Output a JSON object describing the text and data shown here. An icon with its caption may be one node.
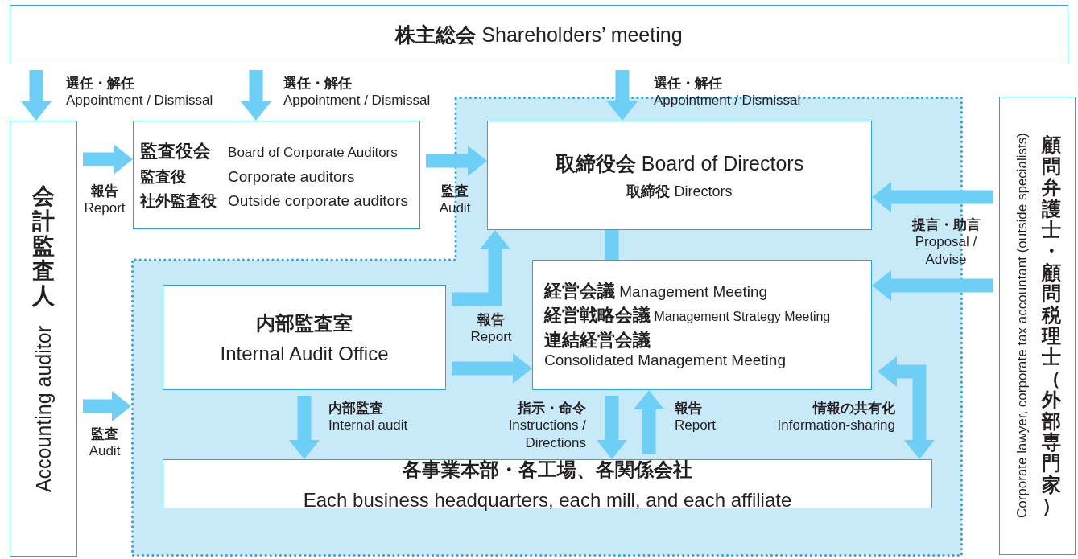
{
  "diagram": {
    "nodes": [
      {
        "text": [
          "**株主総会** Shareholders’ meeting"
        ]
      },
      {
        "text": [
          "会計監査人",
          "Accounting auditor"
        ]
      },
      {
        "text": [
          "監査役会",
          "Board of Corporate Auditors",
          "監査役",
          "Corporate auditors",
          "社外監査役",
          "Outside corporate auditors"
        ]
      },
      {
        "text": [],
        "shape": "box"
      },
      {
        "text": [
          "**取締役会** Board of Directors",
          "**取締役** Directors"
        ],
        "in": 3
      },
      {
        "text": [
          "内部監査室",
          "Internal Audit Office"
        ],
        "in": 3
      },
      {
        "text": [
          "**経営会議** Management Meeting",
          "**経営戦略会議** Management Strategy Meeting",
          "**連結経営会議** Consolidated Management Meeting"
        ],
        "in": 3
      },
      {
        "text": [
          "各事業本部・各工場、各関係会社",
          "Each business headquarters, each mill, and each affiliate"
        ],
        "in": 3
      },
      {
        "text": [
          "顧問弁護士・顧問税理士（外部専門家）",
          "Corporate lawyer, corporate tax accountant (outside specialists)"
        ]
      }
    ],
    "edges": [
      {
        "from": 0,
        "to": 1,
        "arrow": "to",
        "label": "**選任・解任** Appointment / Dismissal"
      },
      {
        "from": 0,
        "to": 2,
        "arrow": "to",
        "label": "**選任・解任** Appointment / Dismissal"
      },
      {
        "from": 0,
        "to": 4,
        "arrow": "to",
        "label": "**選任・解任** Appointment / Dismissal"
      },
      {
        "from": 1,
        "to": 2,
        "arrow": "to",
        "label": "**報告** Report"
      },
      {
        "from": 1,
        "to": 3,
        "arrow": "to",
        "label": "**監査** Audit"
      },
      {
        "from": 2,
        "to": 4,
        "arrow": "to",
        "label": "**監査** Audit"
      },
      {
        "from": 5,
        "to": 4,
        "arrow": "to"
      },
      {
        "from": 5,
        "to": 6,
        "arrow": "to",
        "label": "**報告** Report"
      },
      {
        "from": 4,
        "to": 6,
        "arrow": "none"
      },
      {
        "from": 5,
        "to": 7,
        "arrow": "to",
        "label": "**内部監査** Internal audit"
      },
      {
        "from": 6,
        "to": 7,
        "arrow": "to",
        "label": "**指示・命令** Instructions / Directions"
      },
      {
        "from": 7,
        "to": 6,
        "arrow": "to",
        "label": "**報告** Report"
      },
      {
        "from": 6,
        "to": 7,
        "arrow": "both",
        "label": "**情報の共有化** Information-sharing"
      },
      {
        "from": 8,
        "to": 4,
        "arrow": "to",
        "label": "**提言・助言** Proposal / Advise"
      },
      {
        "from": 8,
        "to": 6,
        "arrow": "to"
      }
    ]
  }
}
